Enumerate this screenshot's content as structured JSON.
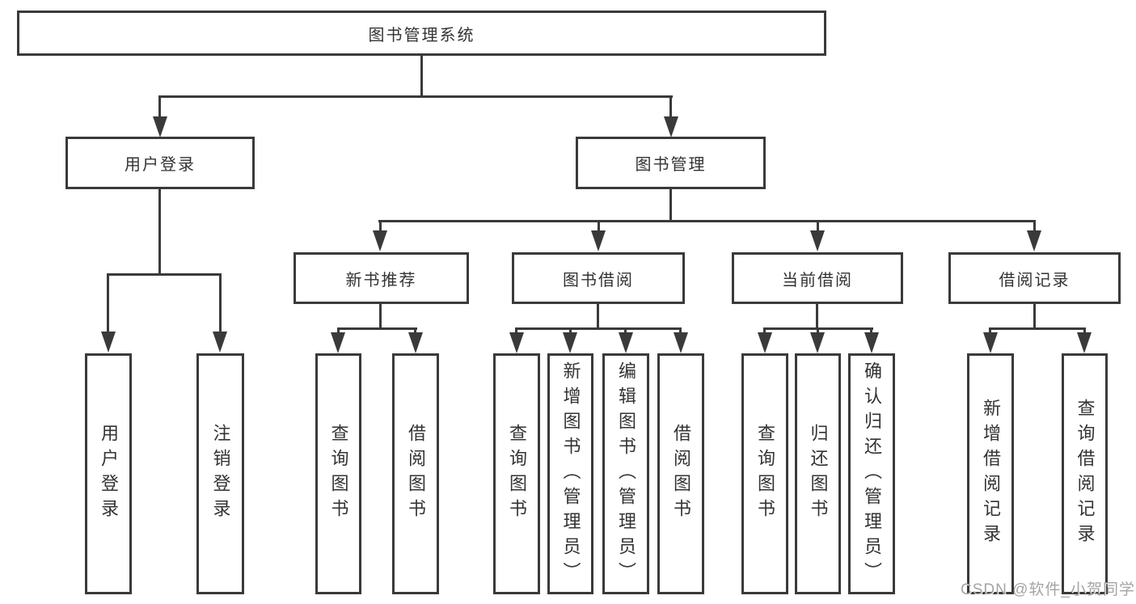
{
  "tree": {
    "root": {
      "label": "图书管理系统"
    },
    "branches": [
      {
        "label": "用户登录",
        "children": [
          {
            "label": "用户登录"
          },
          {
            "label": "注销登录"
          }
        ]
      },
      {
        "label": "图书管理",
        "children": [
          {
            "label": "新书推荐",
            "children": [
              {
                "label": "查询图书"
              },
              {
                "label": "借阅图书"
              }
            ]
          },
          {
            "label": "图书借阅",
            "children": [
              {
                "label": "查询图书"
              },
              {
                "label": "新增图书（管理员）"
              },
              {
                "label": "编辑图书（管理员）"
              },
              {
                "label": "借阅图书"
              }
            ]
          },
          {
            "label": "当前借阅",
            "children": [
              {
                "label": "查询图书"
              },
              {
                "label": "归还图书"
              },
              {
                "label": "确认归还（管理员）"
              }
            ]
          },
          {
            "label": "借阅记录",
            "children": [
              {
                "label": "新增借阅记录"
              },
              {
                "label": "查询借阅记录"
              }
            ]
          }
        ]
      }
    ]
  },
  "watermark": "CSDN @软件_小贺同学",
  "colors": {
    "line": "#3a3a3a",
    "text": "#333333",
    "watermark": "#949494"
  }
}
